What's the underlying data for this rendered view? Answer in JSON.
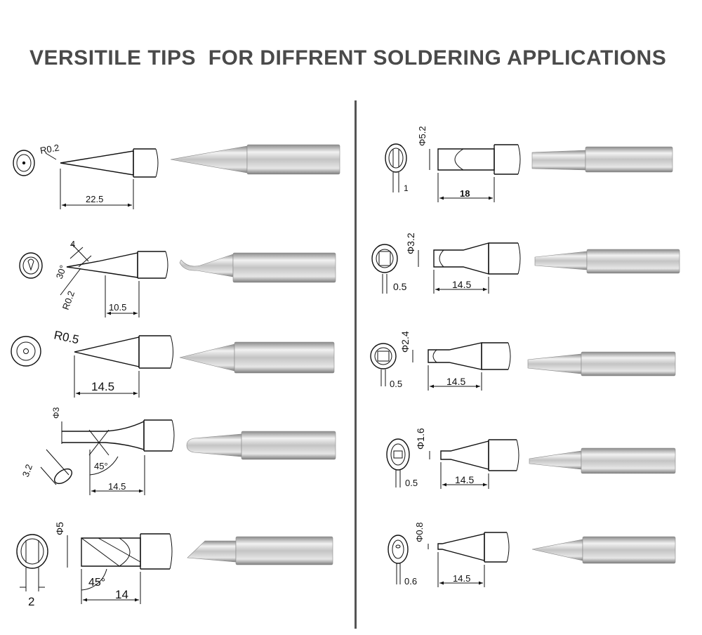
{
  "title": "VERSITILE TIPS  FOR DIFFRENT SOLDERING APPLICATIONS",
  "colors": {
    "title": "#4a4a4a",
    "divider": "#555555",
    "metal": "#b9b9b9"
  },
  "left_tips": [
    {
      "labels": [
        "R0.2",
        "22.5"
      ]
    },
    {
      "labels": [
        "4",
        "30°",
        "R0.2",
        "10.5"
      ]
    },
    {
      "labels": [
        "R0.5",
        "14.5"
      ]
    },
    {
      "labels": [
        "Φ3",
        "3.2",
        "45°",
        "14.5"
      ]
    },
    {
      "labels": [
        "Φ5",
        "45°",
        "2",
        "14"
      ]
    }
  ],
  "right_tips": [
    {
      "labels": [
        "Φ5.2",
        "1",
        "18"
      ]
    },
    {
      "labels": [
        "Φ3.2",
        "0.5",
        "14.5"
      ]
    },
    {
      "labels": [
        "Φ2.4",
        "0.5",
        "14.5"
      ]
    },
    {
      "labels": [
        "Φ1.6",
        "0.5",
        "14.5"
      ]
    },
    {
      "labels": [
        "Φ0.8",
        "0.6",
        "14.5"
      ]
    }
  ]
}
